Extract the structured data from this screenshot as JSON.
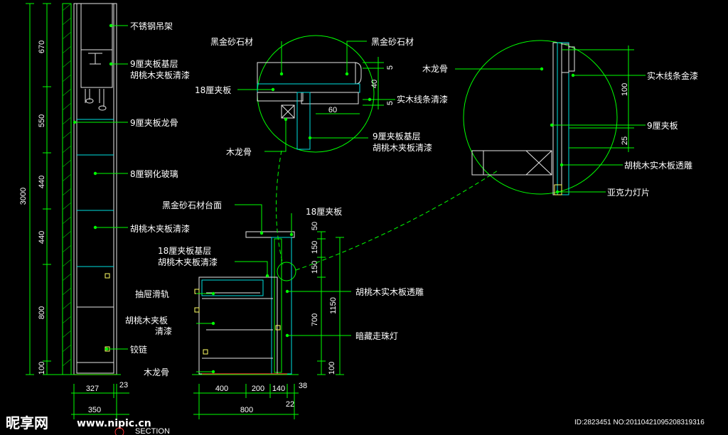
{
  "labels": {
    "hanger": "不锈钢吊架",
    "ply9_walnut_1": "9厘夹板基层",
    "ply9_walnut_2": "胡桃木夹板清漆",
    "ply9_keel": "9厘夹板龙骨",
    "glass8": "8厘钢化玻璃",
    "walnut_lacquer": "胡桃木夹板清漆",
    "walnut_lacquer_a": "胡桃木夹板",
    "walnut_lacquer_b": "清漆",
    "hinge": "铰链",
    "wood_keel_bottom": "木龙骨",
    "drawer_rail": "抽屉滑轨",
    "counter_top": "黑金砂石材台面",
    "ply18_a": "18厘夹板基层",
    "ply18_b": "胡桃木夹板清漆",
    "ply18_top": "18厘夹板",
    "walnut_carve": "胡桃木实木板透雕",
    "hidden_lamp": "暗藏走珠灯",
    "d1_stone_left": "黑金砂石材",
    "d1_stone_right": "黑金砂石材",
    "d1_ply18": "18厘夹板",
    "d1_wood_trim": "实木线条清漆",
    "d1_ply9_a": "9厘夹板基层",
    "d1_ply9_b": "胡桃木夹板清漆",
    "d1_wood_keel": "木龙骨",
    "d2_wood_keel": "木龙骨",
    "d2_trim_gold": "实木线条金漆",
    "d2_ply9": "9厘夹板",
    "d2_walnut_carve": "胡桃木实木板透雕",
    "d2_acrylic": "亚克力灯片",
    "section": "SECTION"
  },
  "dims": {
    "v_total": "3000",
    "v1": "670",
    "v2": "550",
    "v3": "440",
    "v4": "440",
    "v5": "800",
    "v6": "100",
    "h_327": "327",
    "h_23": "23",
    "h_350": "350",
    "h_400": "400",
    "h_200": "200",
    "h_140": "140",
    "h_38": "38",
    "h_800": "800",
    "h_22": "22",
    "r_50": "50",
    "r_150a": "150",
    "r_150b": "150",
    "r_1150": "1150",
    "r_700": "700",
    "r_100": "100",
    "d1_5a": "5",
    "d1_40": "40",
    "d1_5b": "5",
    "d1_60": "60",
    "d2_100": "100",
    "d2_25": "25"
  },
  "watermark": {
    "brand": "昵享网",
    "url": "www.nipic.cn",
    "id": "ID:2823451 NO:20110421095208319316"
  }
}
